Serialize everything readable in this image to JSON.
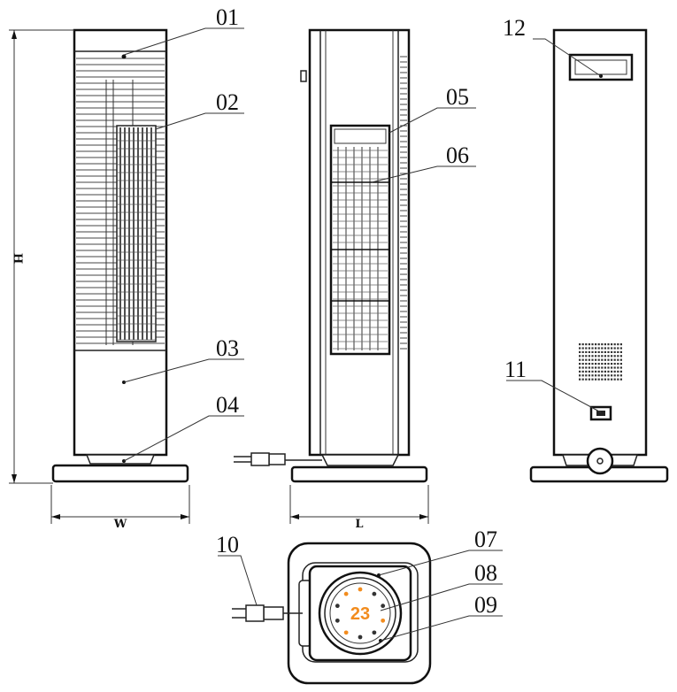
{
  "callouts": [
    "01",
    "02",
    "03",
    "04",
    "05",
    "06",
    "07",
    "08",
    "09",
    "10",
    "11",
    "12"
  ],
  "dimensions": {
    "height": "H",
    "width": "W",
    "length": "L"
  },
  "display": {
    "temperature": "23",
    "color": "#f28c1e"
  },
  "colors": {
    "line": "#222222",
    "background": "#ffffff"
  }
}
